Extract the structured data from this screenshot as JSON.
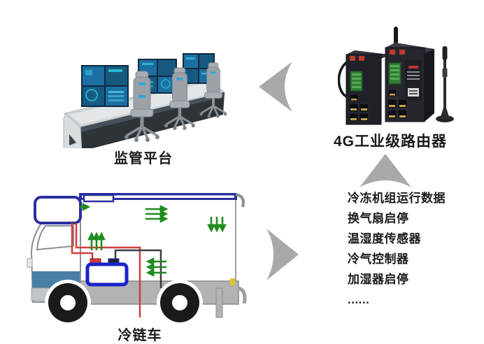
{
  "nodes": {
    "platform": {
      "label": "监管平台"
    },
    "router": {
      "label": "4G工业级路由器"
    },
    "truck": {
      "label": "冷链车"
    }
  },
  "telemetry": {
    "items": [
      "冷冻机组运行数据",
      "换气扇启停",
      "温湿度传感器",
      "冷气控制器",
      "加湿器启停",
      "......"
    ]
  },
  "arrows": [
    {
      "id": "truck-to-telemetry",
      "direction": "right"
    },
    {
      "id": "telemetry-to-router",
      "direction": "up"
    },
    {
      "id": "router-to-platform",
      "direction": "left"
    }
  ],
  "colors": {
    "arrow_gray": "#a9a9a9",
    "label_black": "#1a1a1a",
    "truck_outline_blue": "#2b2f9e",
    "compressor_blue": "#1b23cc",
    "pipe_red": "#d23c3c",
    "airflow_green": "#1f8c1f",
    "cab_stripe_blue": "#4a7fa5",
    "router_body_dark": "#26272e",
    "monitor_blue": "#1d6fa3",
    "monitor_cyan": "#2ec4d8",
    "desk_gray": "#c9ced3"
  }
}
